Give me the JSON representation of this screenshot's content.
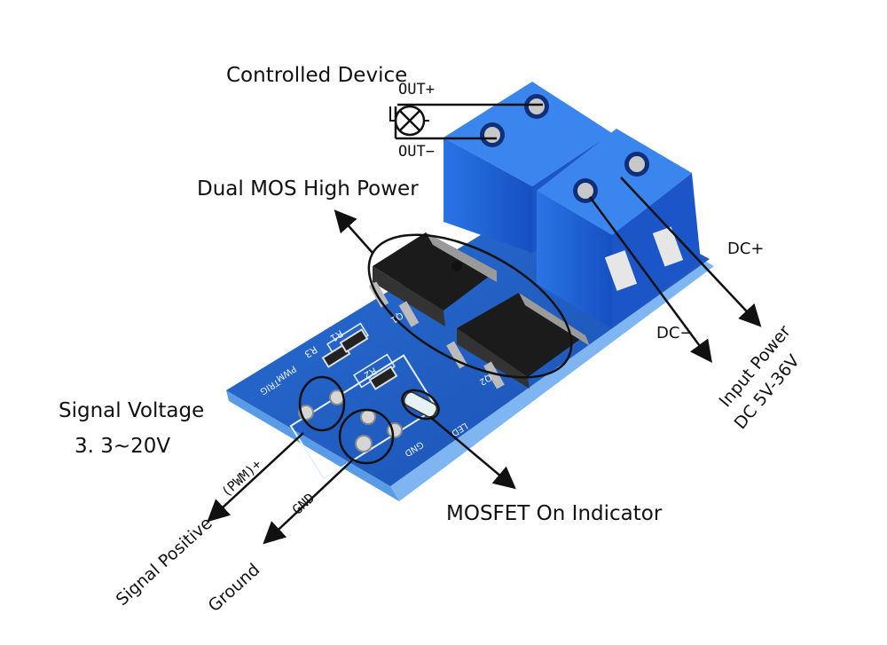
{
  "labels": {
    "controlled_device": "Controlled Device",
    "out_plus": "OUT+",
    "out_minus": "OUT−",
    "dual_mos": "Dual MOS High Power",
    "dc_plus": "DC+",
    "dc_minus": "DC−",
    "input_power_line1": "Input Power",
    "input_power_line2": "DC 5V-36V",
    "signal_voltage": "Signal Voltage",
    "signal_range": "3. 3~20V",
    "pwm": "(PWM)+",
    "gnd_pin": "GND",
    "signal_positive": "Signal Positive",
    "ground": "Ground",
    "mosfet_indicator": "MOSFET On Indicator"
  },
  "silkscreen": {
    "r3": "R3",
    "r1": "R1",
    "r2": "R2",
    "trig": "TRIG",
    "pwm": "PWM",
    "gnd": "GND",
    "led": "LED",
    "q1": "Q1",
    "q2": "Q2"
  },
  "colors": {
    "pcb": "#1f5fc4",
    "terminal": "#1a5fd6",
    "mosfet": "#1b1b1b",
    "pin": "#c9c9c9"
  }
}
